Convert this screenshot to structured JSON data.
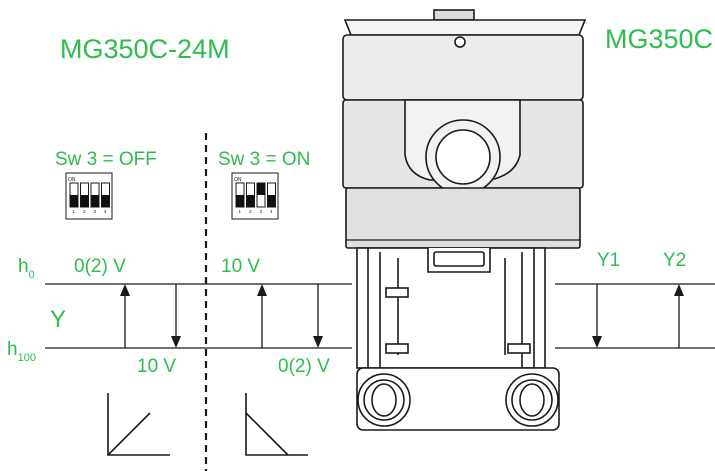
{
  "colors": {
    "accent": "#2dbd4e",
    "line": "#1a1a1a",
    "actuator_fill": "#ececec",
    "valve_fill": "#ffffff"
  },
  "title_left": "MG350C-24M",
  "title_right": "MG350C",
  "switch_left": {
    "label": "Sw 3 = OFF",
    "on_text": "ON",
    "numbers": [
      "1",
      "2",
      "3",
      "4"
    ],
    "positions_up": [
      false,
      false,
      false,
      false
    ]
  },
  "switch_right": {
    "label": "Sw 3 = ON",
    "on_text": "ON",
    "numbers": [
      "1",
      "2",
      "3",
      "4"
    ],
    "positions_up": [
      false,
      false,
      true,
      false
    ]
  },
  "stroke_labels": {
    "h0": "h",
    "h0_sub": "0",
    "h100": "h",
    "h100_sub": "100",
    "Y": "Y"
  },
  "voltages": {
    "left_top": "0(2) V",
    "left_bottom": "10 V",
    "right_top": "10 V",
    "right_bottom": "0(2) V"
  },
  "right_signals": {
    "y1": "Y1",
    "y2": "Y2"
  },
  "icons": {
    "small_circle": "small-circle-icon"
  }
}
